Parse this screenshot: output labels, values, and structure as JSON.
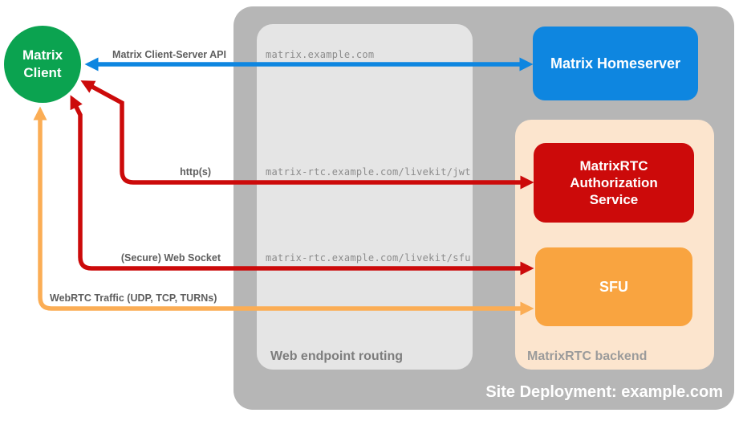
{
  "diagram": {
    "site_label": "Site Deployment: example.com",
    "zones": {
      "web_endpoint_routing": "Web endpoint routing",
      "matrixrtc_backend": "MatrixRTC backend"
    },
    "nodes": {
      "matrix_client": "Matrix\nClient",
      "matrix_homeserver": "Matrix Homeserver",
      "matrixrtc_authorization_service": "MatrixRTC\nAuthorization\nService",
      "sfu": "SFU"
    },
    "connections": [
      {
        "name": "matrix-client-server-api",
        "label": "Matrix Client-Server API",
        "route": "matrix.example.com",
        "color": "#0E86E0"
      },
      {
        "name": "http-jwt",
        "label": "http(s)",
        "route": "matrix-rtc.example.com/livekit/jwt",
        "color": "#CC0A0A"
      },
      {
        "name": "secure-web-socket",
        "label": "(Secure) Web Socket",
        "route": "matrix-rtc.example.com/livekit/sfu",
        "color": "#CC0A0A"
      },
      {
        "name": "webrtc-traffic",
        "label": "WebRTC Traffic (UDP, TCP, TURNs)",
        "route": "",
        "color": "#FBAD55"
      }
    ],
    "colors": {
      "site_deployment_bg": "#B6B6B6",
      "web_endpoint_routing_bg": "#E5E5E5",
      "matrixrtc_backend_bg": "#FCE5CE",
      "matrix_client_bg": "#0BA350",
      "matrix_homeserver_bg": "#0E86E0",
      "auth_service_bg": "#CC0A0A",
      "sfu_bg": "#F9A440",
      "zone_label_gray": "#7D7D7D",
      "backend_label_gray": "#9B9B9B"
    }
  }
}
